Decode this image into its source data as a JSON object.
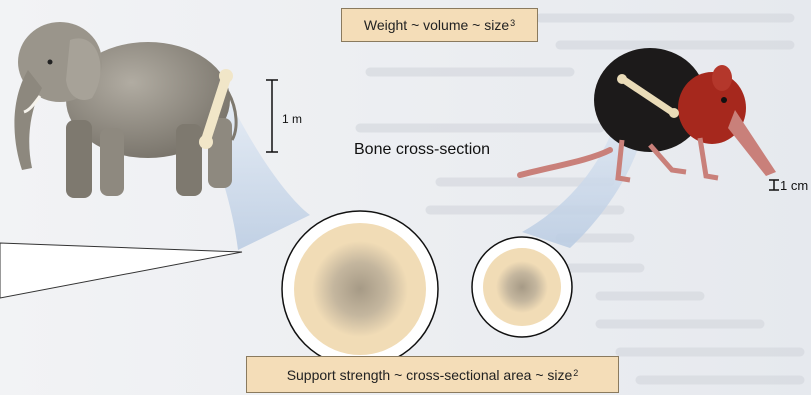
{
  "weight_label": {
    "text": "Weight ~ volume ~ size",
    "exponent": "3"
  },
  "support_label": {
    "text": "Support strength ~ cross-sectional area ~ size",
    "exponent": "2"
  },
  "bone_section_label": "Bone cross-section",
  "scale_large": "1 m",
  "scale_small": "1 cm",
  "colors": {
    "label_box": "#f4ddb8",
    "bone_fill": "#f1dcb6",
    "funnel": "#c9d7ea",
    "elephant": "#8f8a80",
    "shrew_body": "#1c1a1a",
    "shrew_head": "#a6281d",
    "shrew_snout": "#c9807a"
  },
  "icons": [
    "elephant-illustration",
    "elephant-femur-icon",
    "elephant-shrew-illustration",
    "shrew-femur-icon"
  ]
}
